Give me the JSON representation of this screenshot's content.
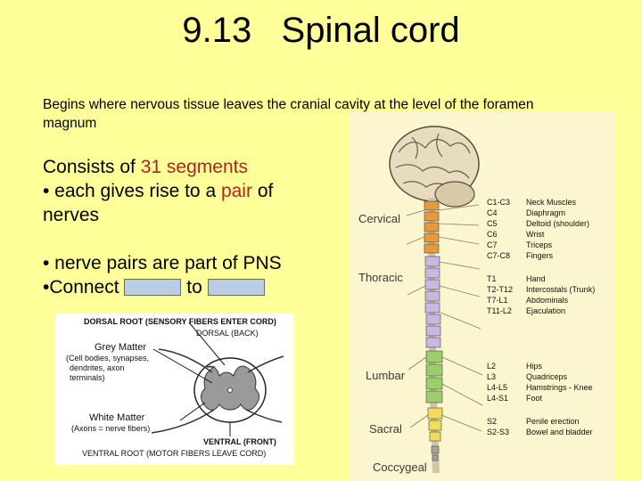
{
  "slide": {
    "title": "9.13   Spinal cord",
    "intro": "Begins where nervous tissue leaves the cranial cavity at the level of the foramen magnum",
    "consists_prefix": "Consists of ",
    "segments": "31 segments",
    "bullet1_prefix": "• each gives rise to a ",
    "pair": "pair",
    "bullet1_suffix": " of nerves",
    "bullet2": "• nerve pairs are part of PNS",
    "bullet3_prefix": "•Connect",
    "bullet3_mid": "to"
  },
  "figure": {
    "regions": {
      "cervical": "Cervical",
      "thoracic": "Thoracic",
      "lumbar": "Lumbar",
      "sacral": "Sacral",
      "coccygeal": "Coccygeal"
    },
    "segments": [
      "C1-C3",
      "C4",
      "C5",
      "C6",
      "C7",
      "C7-C8",
      "T1",
      "T2-T12",
      "T7-L1",
      "T11-L2",
      "L2",
      "L3",
      "L4-L5",
      "L4-S1",
      "S2",
      "S2-S3"
    ],
    "functions": [
      "Neck Muscles",
      "Diaphragm",
      "Deltoid (shoulder)",
      "Wrist",
      "Triceps",
      "Fingers",
      "Hand",
      "Intercostals (Trunk)",
      "Abdominals",
      "Ejaculation",
      "Hips",
      "Quadriceps",
      "Hamstrings - Knee",
      "Foot",
      "Penile erection",
      "Bowel and bladder"
    ]
  },
  "cross_section": {
    "dorsal_root": "DORSAL ROOT (SENSORY FIBERS ENTER CORD)",
    "dorsal_back": "DORSAL (BACK)",
    "grey_matter": "Grey Matter",
    "cell_bodies": "(Cell bodies, synapses,",
    "dendrites": "dendrites, axon",
    "terminals": "terminals)",
    "white_matter": "White Matter",
    "axons": "(Axons = nerve fibers)",
    "ventral_front": "VENTRAL (FRONT)",
    "ventral_root": "VENTRAL ROOT (MOTOR FIBERS LEAVE CORD)"
  }
}
